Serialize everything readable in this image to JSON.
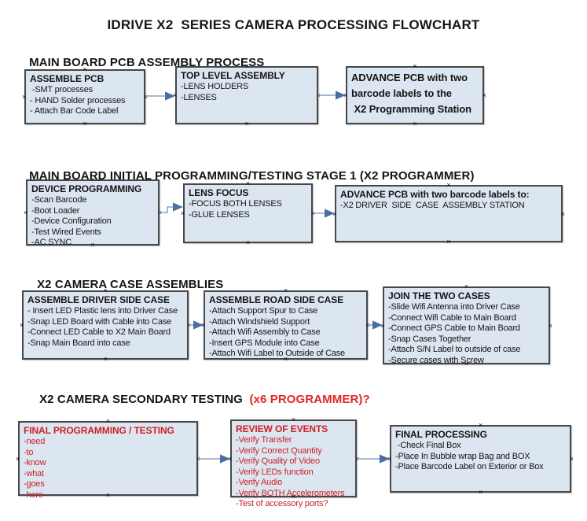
{
  "page": {
    "title": "IDRIVE X2  SERIES CAMERA PROCESSING FLOWCHART"
  },
  "colors": {
    "box_fill": "#dce6f1",
    "box_border": "#474747",
    "arrow_line": "#8ca3c4",
    "arrow_head": "#4a6da3",
    "heading_red": "#e02626",
    "box_red": "#cc2127",
    "text": "#151515"
  },
  "icons": {
    "connection_handle": "×"
  },
  "sections": [
    {
      "id": "pcb-assembly",
      "heading": "MAIN BOARD PCB ASSEMBLY PROCESS",
      "heading_red": ""
    },
    {
      "id": "initial-programming",
      "heading": "MAIN BOARD INITIAL PROGRAMMING/TESTING STAGE 1 (X2 PROGRAMMER)",
      "heading_red": ""
    },
    {
      "id": "case-assemblies",
      "heading": "X2 CAMERA CASE ASSEMBLIES",
      "heading_red": ""
    },
    {
      "id": "secondary-testing",
      "heading": "X2 CAMERA SECONDARY TESTING  ",
      "heading_red": "(x6 PROGRAMMER)?"
    }
  ],
  "boxes": [
    {
      "id": "assemble-pcb",
      "section": 0,
      "color": "black",
      "title": "ASSEMBLE PCB",
      "items": [
        " -SMT processes",
        "- HAND Solder processes",
        "- Attach Bar Code Label"
      ]
    },
    {
      "id": "top-level-assembly",
      "section": 0,
      "color": "black",
      "title": "TOP LEVEL ASSEMBLY",
      "items": [
        "-LENS HOLDERS",
        "-LENSES"
      ]
    },
    {
      "id": "advance-to-programming-station",
      "section": 0,
      "color": "black",
      "title": "ADVANCE PCB with two\nbarcode labels to the\n X2 Programming Station",
      "items": []
    },
    {
      "id": "device-programming",
      "section": 1,
      "color": "black",
      "title": "DEVICE PROGRAMMING",
      "items": [
        "-Scan Barcode",
        "-Boot Loader",
        "-Device Configuration",
        "-Test Wired Events",
        "-AC SYNC"
      ]
    },
    {
      "id": "lens-focus",
      "section": 1,
      "color": "black",
      "title": "LENS FOCUS",
      "items": [
        "-FOCUS BOTH LENSES",
        "-GLUE LENSES"
      ]
    },
    {
      "id": "advance-to-driver-side",
      "section": 1,
      "color": "black",
      "title": "ADVANCE PCB with two barcode labels to:",
      "items": [
        "-X2 DRIVER  SIDE  CASE  ASSEMBLY STATION"
      ]
    },
    {
      "id": "assemble-driver-side-case",
      "section": 2,
      "color": "black",
      "title": "ASSEMBLE DRIVER SIDE CASE",
      "items": [
        "- Insert LED Plastic lens into Driver Case",
        "-Snap LED Board with Cable into Case",
        "-Connect LED Cable to X2 Main Board",
        "-Snap Main Board into case"
      ]
    },
    {
      "id": "assemble-road-side-case",
      "section": 2,
      "color": "black",
      "title": "ASSEMBLE ROAD SIDE CASE",
      "items": [
        "-Attach Support Spur to Case",
        "-Attach Windshield Support",
        "-Attach Wifi Assembly to Case",
        "-Insert GPS Module into Case",
        "-Attach Wifi Label to Outside of Case"
      ]
    },
    {
      "id": "join-the-two-cases",
      "section": 2,
      "color": "black",
      "title": "JOIN THE TWO CASES",
      "items": [
        "-Slide Wifi Antenna into Driver Case",
        "-Connect Wifi Cable to Main Board",
        "-Connect GPS Cable to Main Board",
        "-Snap Cases Together",
        "-Attach S/N Label to outside of case",
        "-Secure cases with Screw"
      ]
    },
    {
      "id": "final-programming-testing",
      "section": 3,
      "color": "red",
      "title": "FINAL PROGRAMMING / TESTING",
      "items": [
        "-need",
        "-to",
        "-know",
        "-what",
        "-goes",
        "-here"
      ]
    },
    {
      "id": "review-of-events",
      "section": 3,
      "color": "red",
      "title": "REVIEW OF EVENTS",
      "items": [
        "-Verify Transfer",
        "-Verify Correct Quantity",
        "-Verify Quality of Video",
        "-Verify LEDs function",
        "-Verify Audio",
        "-Verify BOTH Accelerometers",
        "-Test of accessory ports?"
      ]
    },
    {
      "id": "final-processing",
      "section": 3,
      "color": "black",
      "title": "FINAL PROCESSING",
      "items": [
        " -Check Final Box",
        "-Place In Bubble wrap Bag and BOX",
        "-Place Barcode Label on Exterior or Box"
      ]
    }
  ],
  "connections": [
    {
      "from": "assemble-pcb",
      "to": "top-level-assembly",
      "type": "straight"
    },
    {
      "from": "top-level-assembly",
      "to": "advance-to-programming-station",
      "type": "straight"
    },
    {
      "from": "device-programming",
      "to": "lens-focus",
      "type": "elbow"
    },
    {
      "from": "lens-focus",
      "to": "advance-to-driver-side",
      "type": "straight"
    },
    {
      "from": "assemble-driver-side-case",
      "to": "assemble-road-side-case",
      "type": "straight"
    },
    {
      "from": "assemble-road-side-case",
      "to": "join-the-two-cases",
      "type": "straight"
    },
    {
      "from": "final-programming-testing",
      "to": "review-of-events",
      "type": "straight"
    },
    {
      "from": "review-of-events",
      "to": "final-processing",
      "type": "straight"
    }
  ]
}
